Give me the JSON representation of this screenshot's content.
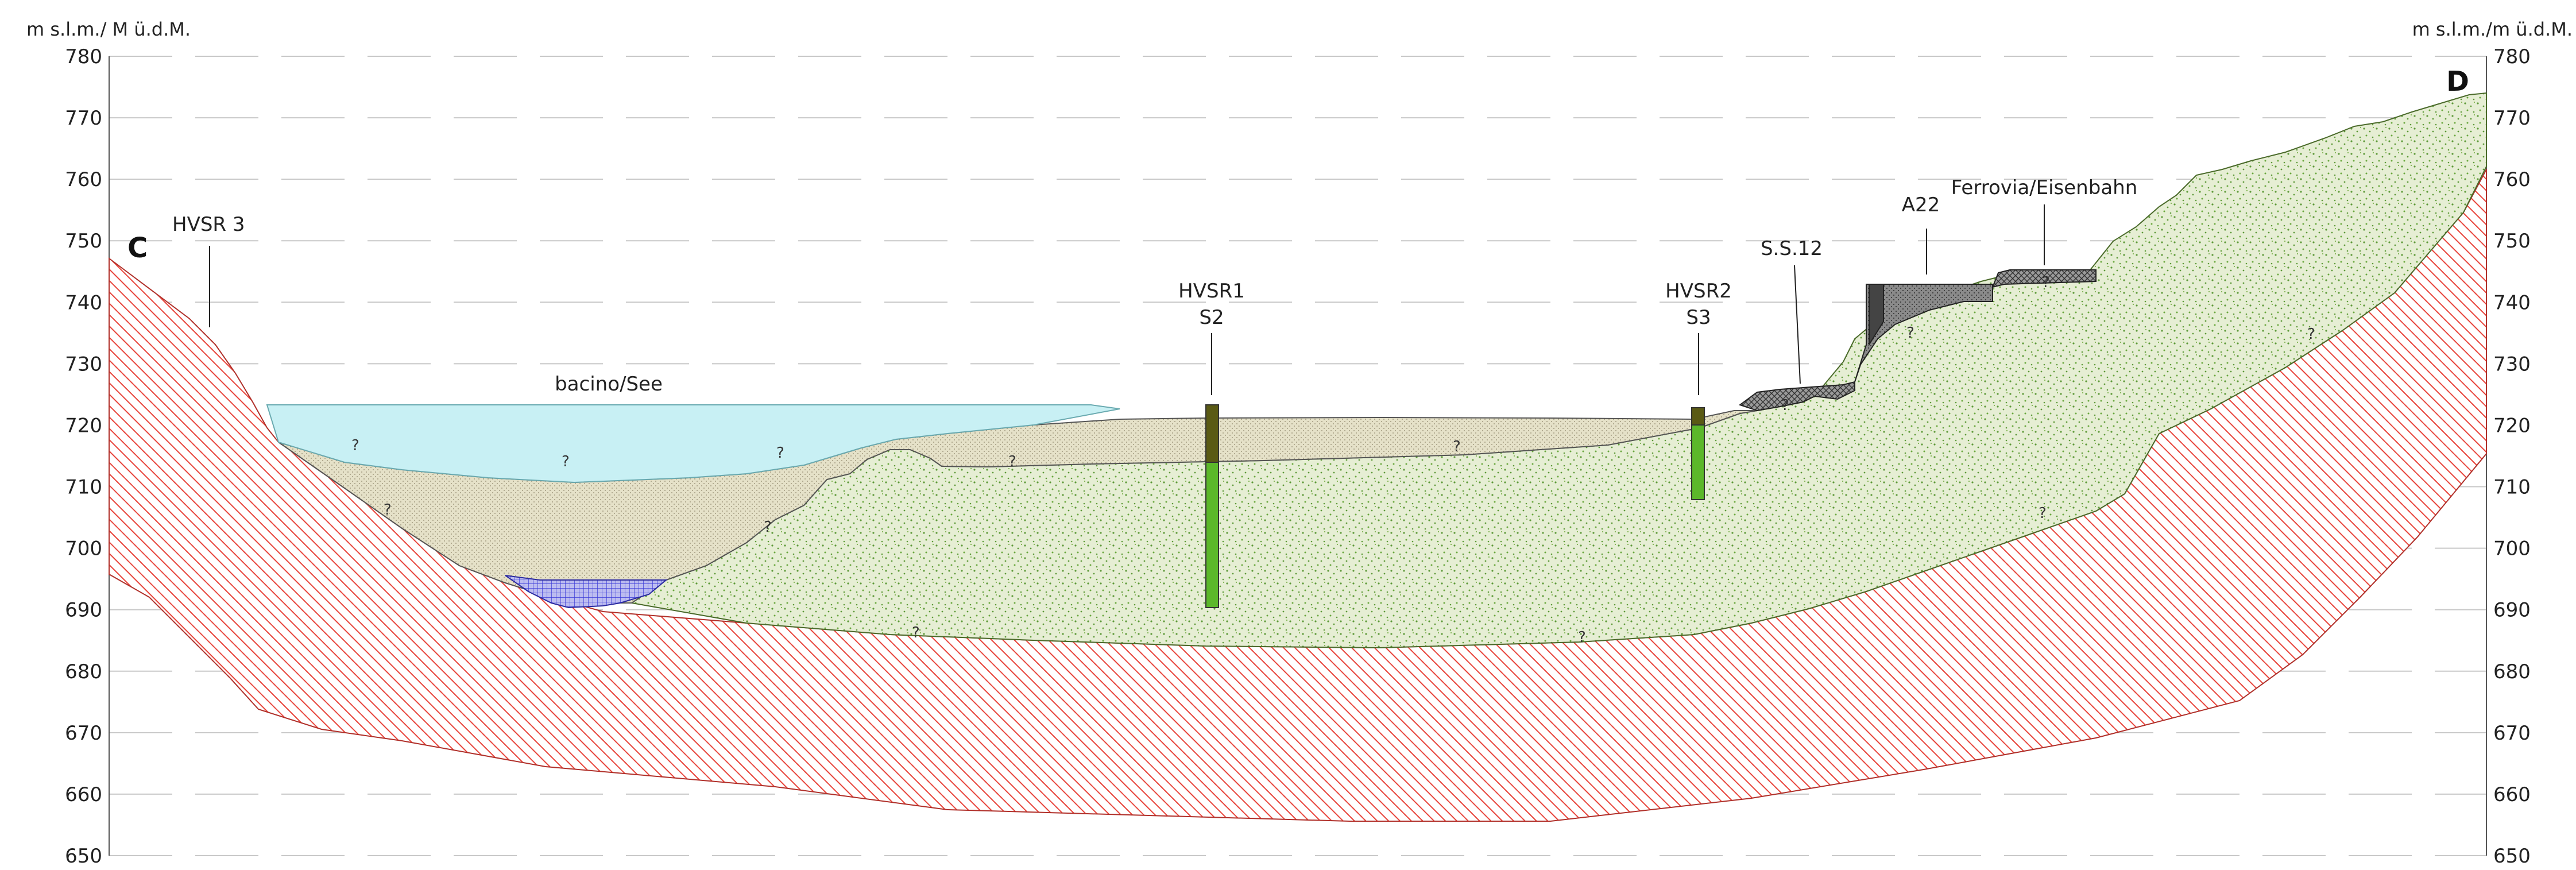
{
  "axis": {
    "left_unit": "m s.l.m./ M ü.d.M.",
    "right_unit": "m s.l.m./m ü.d.M.",
    "ticks": [
      "780",
      "770",
      "760",
      "750",
      "740",
      "730",
      "720",
      "710",
      "700",
      "690",
      "680",
      "670",
      "660",
      "650"
    ]
  },
  "endpoints": {
    "start": "C",
    "end": "D"
  },
  "labels": {
    "hvsr3": "HVSR 3",
    "lake": "bacino/See",
    "hvsr1": "HVSR1",
    "s2": "S2",
    "hvsr2": "HVSR2",
    "s3": "S3",
    "ss12": "S.S.12",
    "a22": "A22",
    "railway": "Ferrovia/Eisenbahn"
  },
  "uncertain_mark": "?",
  "colors": {
    "bedrock": "#e8453c",
    "lake_water": "#c8f0f4",
    "lake_sediment": "#e5e1c8",
    "deposit": "#e6eed4",
    "deposit_dots": "#5e9a3a",
    "basal_channel": "#3a3ad8",
    "borehole_upper": "#5a5a14",
    "borehole_lower": "#5cb82a",
    "infrastructure": "#8a8a8a"
  }
}
